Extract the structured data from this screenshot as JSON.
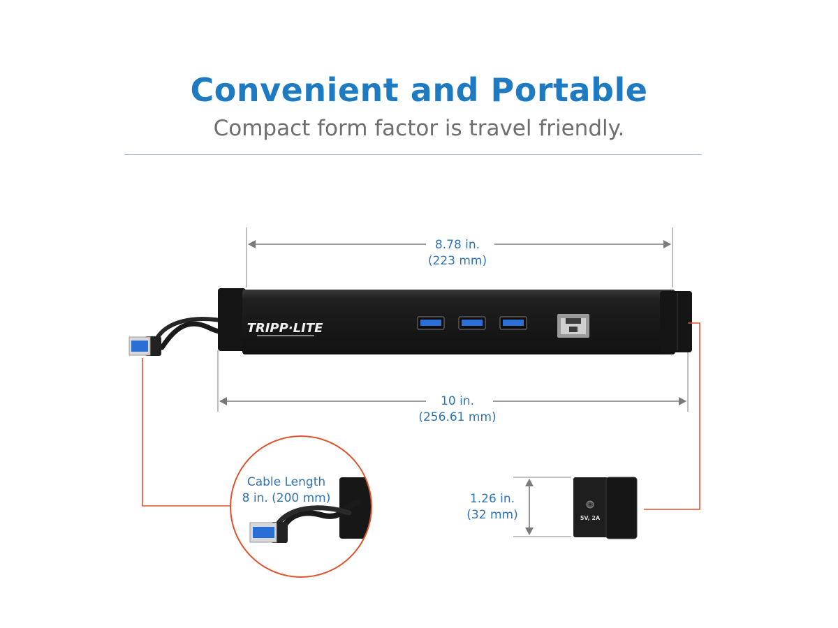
{
  "heading": {
    "title": "Convenient and Portable",
    "subtitle": "Compact form factor is travel friendly."
  },
  "dimensions": {
    "width_top": {
      "value": "8.78 in.",
      "metric": "(223 mm)"
    },
    "width_overall": {
      "value": "10 in.",
      "metric": "(256.61 mm)"
    },
    "height": {
      "value": "1.26 in.",
      "metric": "(32 mm)"
    },
    "cable": {
      "label": "Cable Length",
      "value": "8 in. (200 mm)"
    }
  },
  "device": {
    "brand": "TRIPP·LITE",
    "power_label": "5V, 2A",
    "usb_ports": 3
  },
  "colors": {
    "title": "#1f7bc1",
    "dimension_text": "#2f74b5",
    "callout_line": "#e0512b",
    "device_body": "#1c1c1c",
    "usb_port": "#2a6fd6"
  }
}
